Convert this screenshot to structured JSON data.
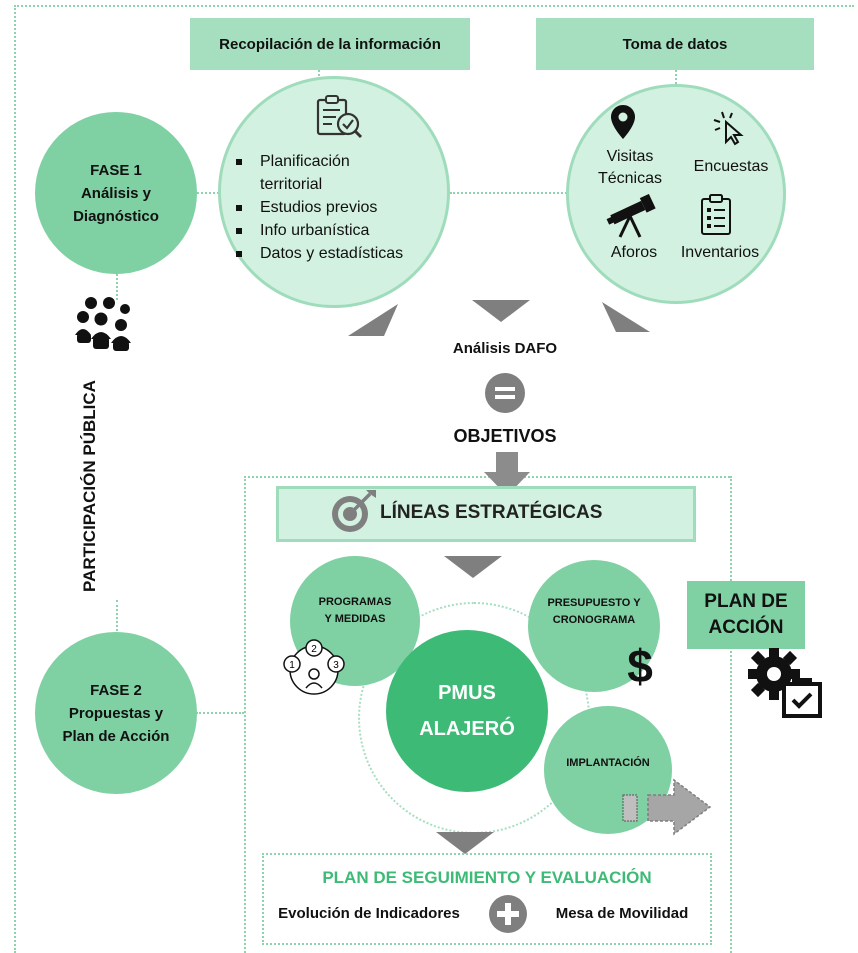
{
  "header": {
    "recopilacion": "Recopilación de la información",
    "toma_datos": "Toma de datos"
  },
  "fase1": {
    "line1": "FASE 1",
    "line2": "Análisis y",
    "line3": "Diagnóstico"
  },
  "fase2": {
    "line1": "FASE 2",
    "line2": "Propuestas y",
    "line3": "Plan de Acción"
  },
  "participacion": "PARTICIPACIÓN PÚBLICA",
  "recopilacion_items": [
    "Planificación",
    "territorial",
    "Estudios previos",
    "Info urbanística",
    "Datos y estadísticas"
  ],
  "toma": {
    "visitas_1": "Visitas",
    "visitas_2": "Técnicas",
    "encuestas": "Encuestas",
    "aforos": "Aforos",
    "inventarios": "Inventarios"
  },
  "analisis": "Análisis DAFO",
  "objetivos": "OBJETIVOS",
  "lineas": "LÍNEAS ESTRATÉGICAS",
  "programas": {
    "line1": "PROGRAMAS",
    "line2": "Y MEDIDAS"
  },
  "presupuesto": {
    "line1": "PRESUPUESTO Y",
    "line2": "CRONOGRAMA"
  },
  "pmus": {
    "line1": "PMUS",
    "line2": "ALAJERÓ"
  },
  "implantacion": "IMPLANTACIÓN",
  "plan_accion": {
    "line1": "PLAN DE",
    "line2": "ACCIÓN"
  },
  "seguimiento": {
    "title": "PLAN DE SEGUIMIENTO Y EVALUACIÓN",
    "left": "Evolución de Indicadores",
    "right": "Mesa de Movilidad"
  },
  "cycle_numbers": [
    "1",
    "2",
    "3"
  ],
  "currency_symbol": "$",
  "colors": {
    "light_green": "#a5dfbf",
    "mid_green": "#7fd0a3",
    "dark_green": "#3dbb76",
    "grey": "#7f7f7f",
    "title_green": "#3dbb76"
  }
}
